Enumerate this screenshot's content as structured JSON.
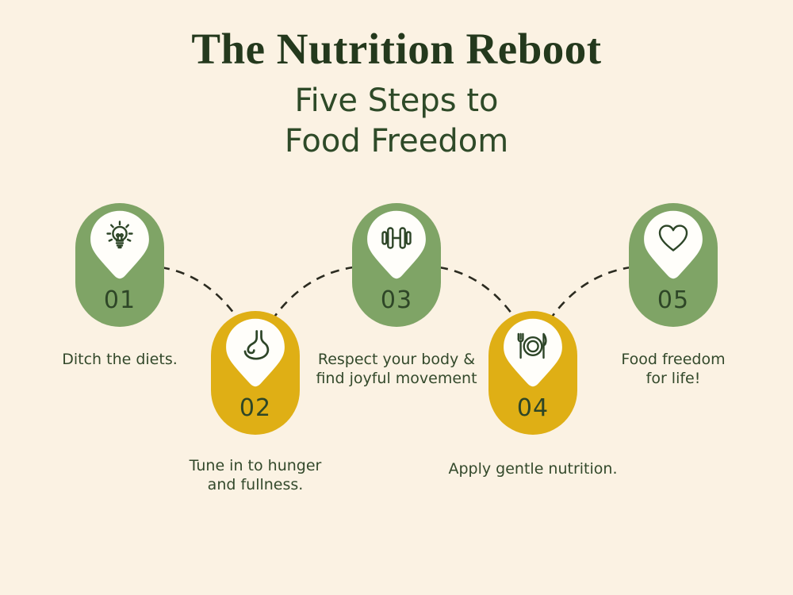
{
  "header": {
    "title": "The Nutrition Reboot",
    "subtitle": "Five Steps to\nFood Freedom"
  },
  "colors": {
    "background": "#FBF2E3",
    "sage_green": "#7FA466",
    "mustard_yellow": "#DFAF15",
    "title_green": "#24391D",
    "subtitle_green": "#2E4A28",
    "label_green": "#33492B",
    "number_green": "#2E4627",
    "icon_green": "#2D4527",
    "dash_color": "#2B2B20",
    "pin_white": "#FFFEFA"
  },
  "steps": [
    {
      "number": "01",
      "icon": "lightbulb-icon",
      "pill_color": "sage_green",
      "label": "Ditch the diets."
    },
    {
      "number": "02",
      "icon": "stomach-icon",
      "pill_color": "mustard_yellow",
      "label": "Tune in to hunger\nand fullness."
    },
    {
      "number": "03",
      "icon": "dumbbell-icon",
      "pill_color": "sage_green",
      "label": "Respect your body &\nfind joyful movement"
    },
    {
      "number": "04",
      "icon": "plate-cutlery-icon",
      "pill_color": "mustard_yellow",
      "label": "Apply gentle nutrition."
    },
    {
      "number": "05",
      "icon": "heart-icon",
      "pill_color": "sage_green",
      "label": "Food freedom\nfor life!"
    }
  ]
}
